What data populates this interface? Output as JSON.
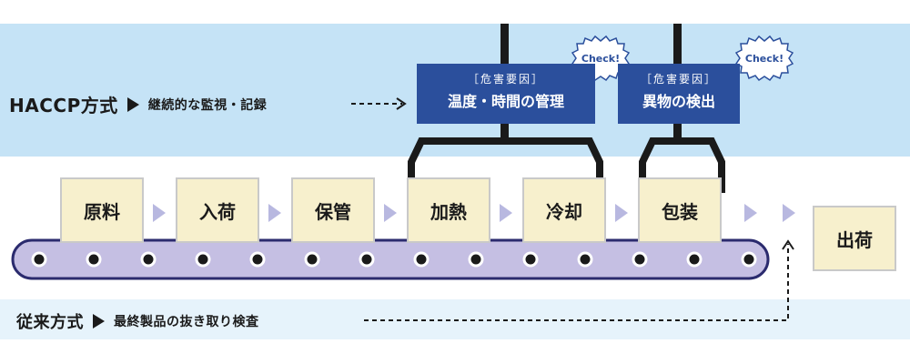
{
  "haccp": {
    "title": "HACCP方式",
    "method": "継続的な監視・記録"
  },
  "traditional": {
    "title": "従来方式",
    "method": "最終製品の抜き取り検査"
  },
  "hazards": [
    {
      "tag": "［危害要因］",
      "name": "温度・時間の管理",
      "check": "Check!"
    },
    {
      "tag": "［危害要因］",
      "name": "異物の検出",
      "check": "Check!"
    }
  ],
  "processes": [
    "原料",
    "入荷",
    "保管",
    "加熱",
    "冷却",
    "包装"
  ],
  "final_process": "出荷",
  "colors": {
    "top_band": "#c5e3f6",
    "bottom_band": "#e6f3fb",
    "hazard_box": "#2b4f9c",
    "process_box": "#f7f0cd",
    "conveyor": "#c5bfe3"
  }
}
